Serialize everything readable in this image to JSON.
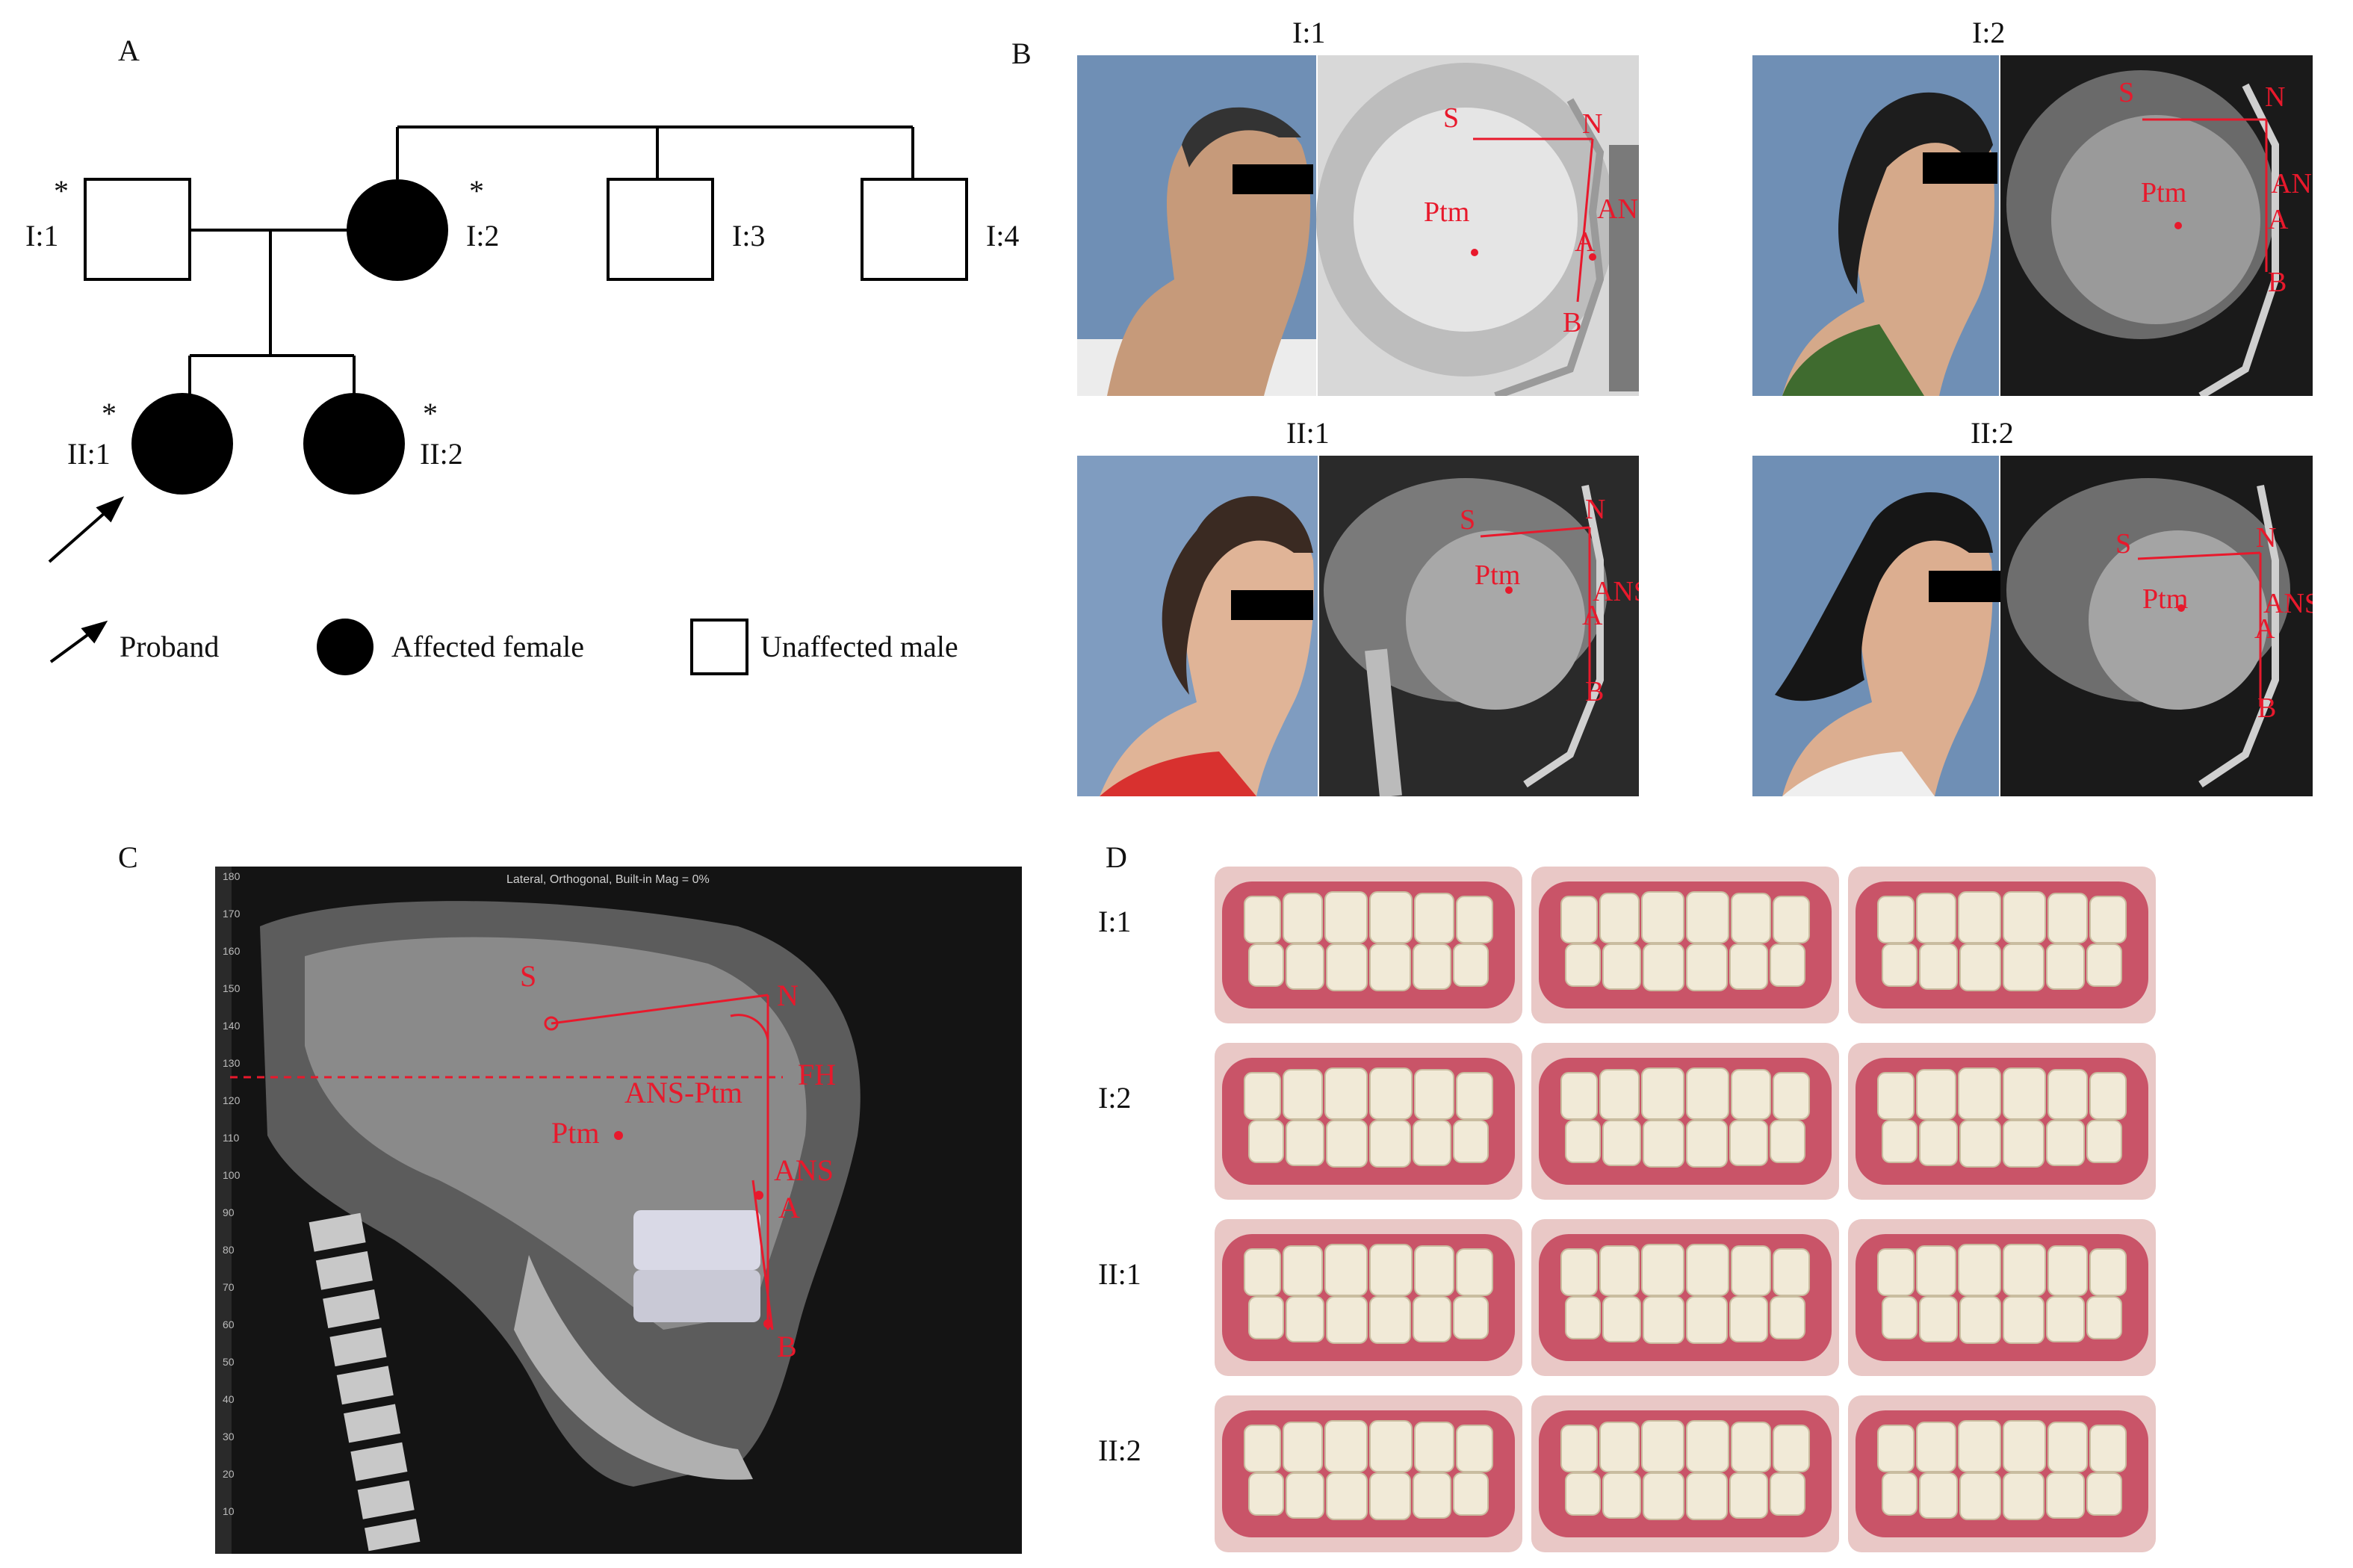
{
  "panels": {
    "a": "A",
    "b": "B",
    "c": "C",
    "d": "D"
  },
  "pedigree": {
    "asterisk": "*",
    "members": {
      "i1": "I:1",
      "i2": "I:2",
      "i3": "I:3",
      "i4": "I:4",
      "ii1": "II:1",
      "ii2": "II:2"
    },
    "legend": {
      "proband": "Proband",
      "affected": "Affected female",
      "unaffected": "Unaffected male"
    }
  },
  "panel_b": {
    "titles": [
      "I:1",
      "I:2",
      "II:1",
      "II:2"
    ],
    "landmarks": {
      "s": "S",
      "n": "N",
      "ptm": "Ptm",
      "ans": "ANS",
      "a": "A",
      "b": "B"
    },
    "xray_header": "Lateral, Orthogonal, Built-in Mag = 0%"
  },
  "panel_c": {
    "header": "Lateral, Orthogonal, Built-in Mag = 0%",
    "scale_ticks": [
      "180",
      "170",
      "160",
      "150",
      "140",
      "130",
      "120",
      "110",
      "100",
      "90",
      "80",
      "70",
      "60",
      "50",
      "40",
      "30",
      "20",
      "10"
    ],
    "landmarks": {
      "s": "S",
      "n": "N",
      "fh": "FH",
      "ans_ptm": "ANS-Ptm",
      "ptm": "Ptm",
      "ans": "ANS",
      "a": "A",
      "b": "B"
    }
  },
  "panel_d": {
    "rows": [
      "I:1",
      "I:2",
      "II:1",
      "II:2"
    ]
  },
  "colors": {
    "accent_red": "#e8192c",
    "photo_bg_blue": "#6f8fb5",
    "xray_dark": "#1a1a1a",
    "gum": "#d9657a",
    "tooth": "#f1ead7"
  }
}
